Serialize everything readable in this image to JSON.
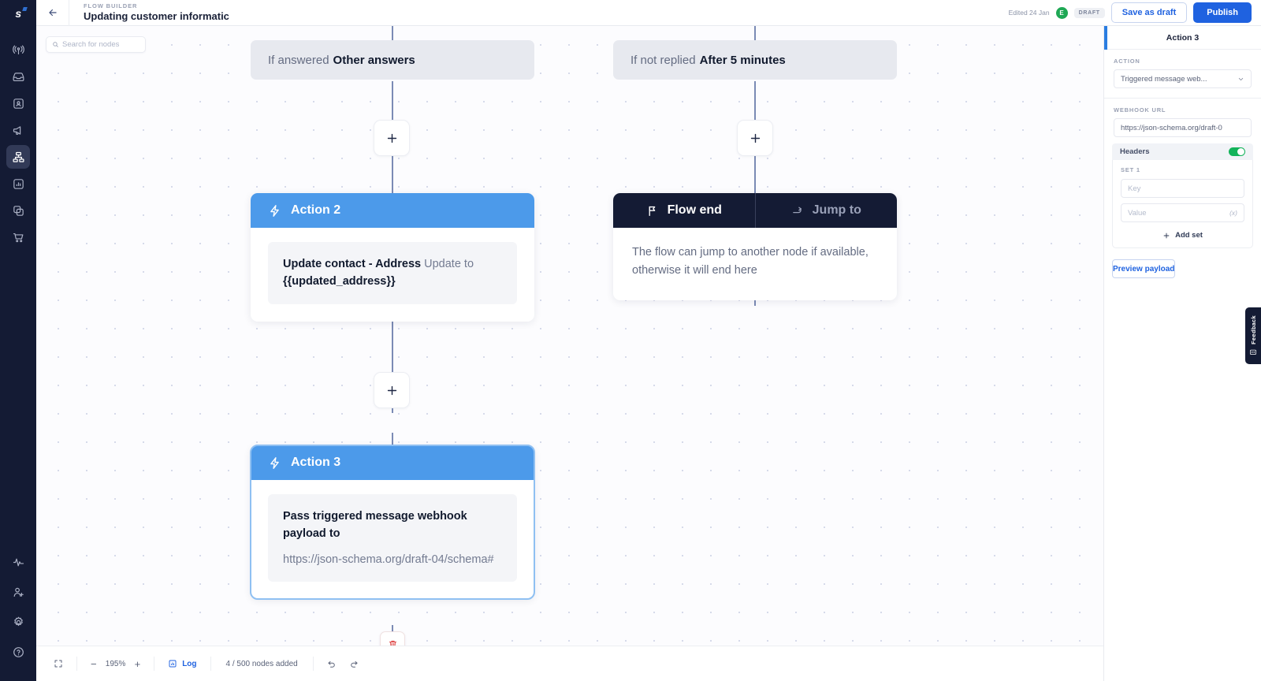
{
  "app": {
    "logo_text": "s",
    "brand_color": "#141b34",
    "accent_blue": "#1f62e0",
    "node_blue": "#4c9aea",
    "toggle_green": "#13b35a"
  },
  "rail": {
    "items": [
      {
        "name": "broadcast-icon",
        "label": "Broadcast",
        "active": false
      },
      {
        "name": "inbox-icon",
        "label": "Inbox",
        "active": false
      },
      {
        "name": "contacts-icon",
        "label": "Contacts",
        "active": false
      },
      {
        "name": "campaign-icon",
        "label": "Campaigns",
        "active": false
      },
      {
        "name": "flow-builder-icon",
        "label": "Flow Builder",
        "active": true
      },
      {
        "name": "reports-icon",
        "label": "Reports",
        "active": false
      },
      {
        "name": "integrations-icon",
        "label": "Integrations",
        "active": false
      },
      {
        "name": "commerce-icon",
        "label": "Commerce",
        "active": false
      }
    ],
    "bottom_items": [
      {
        "name": "activity-icon",
        "label": "Activity"
      },
      {
        "name": "invite-user-icon",
        "label": "Invite user"
      },
      {
        "name": "settings-gear-icon",
        "label": "Settings"
      },
      {
        "name": "help-icon",
        "label": "Help"
      }
    ]
  },
  "topbar": {
    "eyebrow": "FLOW BUILDER",
    "title": "Updating customer informatic",
    "edited": "Edited 24 Jan",
    "avatar_initial": "E",
    "status_badge": "DRAFT",
    "save_label": "Save as draft",
    "publish_label": "Publish"
  },
  "canvas": {
    "search_placeholder": "Search for nodes",
    "search_value": "",
    "branches": [
      {
        "prefix": "If answered",
        "value": "Other answers"
      },
      {
        "prefix": "If not replied",
        "value": "After 5 minutes"
      }
    ],
    "plus_label": "+",
    "nodes": [
      {
        "title": "Action 2",
        "body_strong": "Update contact - Address",
        "body_muted": " Update to ",
        "body_strong2": "{{updated_address}}",
        "selected": false
      },
      {
        "title": "Action 3",
        "body_strong": "Pass triggered message webhook payload to",
        "url": "https://json-schema.org/draft-04/schema#",
        "selected": true
      }
    ],
    "flow_end": {
      "tab_active": "Flow end",
      "tab_inactive": "Jump to",
      "description": "The flow can jump to another node if available, otherwise it will end here"
    }
  },
  "bottombar": {
    "fit_label": "Fit to screen",
    "zoom_out": "−",
    "zoom_value": "195%",
    "zoom_in": "+",
    "log_label": "Log",
    "nodes_added": "4 / 500 nodes added",
    "undo_label": "Undo",
    "redo_label": "Redo"
  },
  "right_panel": {
    "header": "Action 3",
    "action_label": "ACTION",
    "action_value": "Triggered message web...",
    "webhook_label": "WEBHOOK URL",
    "webhook_value": "https://json-schema.org/draft-0",
    "headers_label": "Headers",
    "headers_enabled": true,
    "set_label": "SET 1",
    "key_placeholder": "Key",
    "value_placeholder": "Value",
    "value_suffix": "(x)",
    "add_set_label": "Add set",
    "preview_label": "Preview payload"
  },
  "feedback": {
    "label": "Feedback"
  }
}
